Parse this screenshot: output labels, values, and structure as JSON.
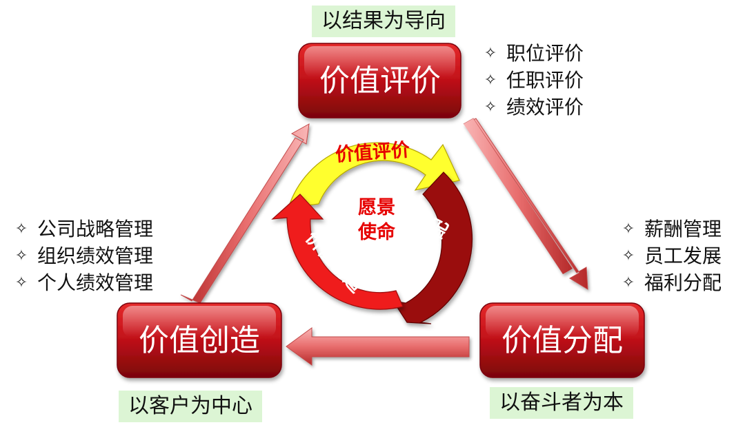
{
  "center": {
    "title_line1": "愿景",
    "title_line2": "使命"
  },
  "cycle": {
    "evaluation": "价值评价",
    "distribution": "价值分配",
    "creation": "价值创造"
  },
  "nodes": {
    "evaluation": {
      "label": "价值评价",
      "tag": "以结果为导向",
      "bullets": [
        "职位评价",
        "任职评价",
        "绩效评价"
      ]
    },
    "distribution": {
      "label": "价值分配",
      "tag": "以奋斗者为本",
      "bullets": [
        "薪酬管理",
        "员工发展",
        "福利分配"
      ]
    },
    "creation": {
      "label": "价值创造",
      "tag": "以客户为中心",
      "bullets": [
        "公司战略管理",
        "组织绩效管理",
        "个人绩效管理"
      ]
    }
  },
  "bullet_icon": "four-point-star-outline-icon",
  "colors": {
    "node_red": "#c4121a",
    "node_dark": "#7a0508",
    "arrow_pink": "#f28b8b",
    "cycle_yellow": "#ffff2e",
    "cycle_darkred": "#9a0a0a",
    "cycle_red": "#ef1c1c",
    "center_text": "#e60000",
    "tag_green": "#dcf5d4"
  }
}
